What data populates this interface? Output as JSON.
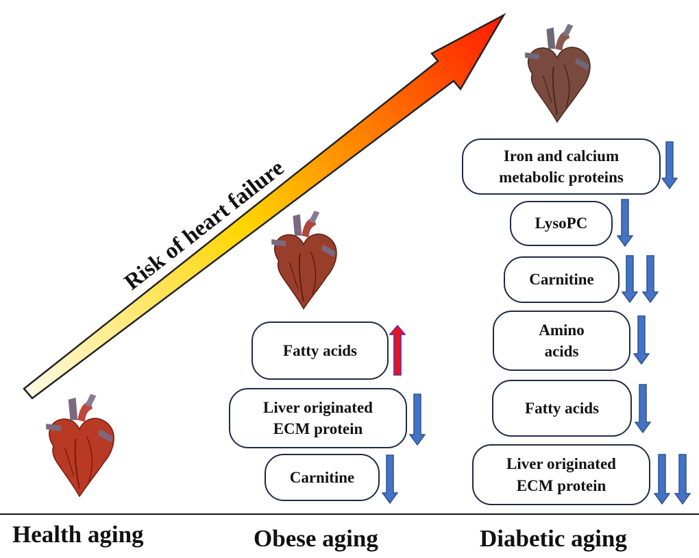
{
  "risk_label": "Risk of heart failure",
  "columns": [
    {
      "label": "Health aging"
    },
    {
      "label": "Obese aging"
    },
    {
      "label": "Diabetic aging"
    }
  ],
  "obese": {
    "items": [
      {
        "text": "Fatty acids",
        "direction": "up",
        "count": 1
      },
      {
        "text": "Liver originated\nECM protein",
        "direction": "down",
        "count": 1
      },
      {
        "text": "Carnitine",
        "direction": "down",
        "count": 1
      }
    ]
  },
  "diabetic": {
    "items": [
      {
        "text": "Iron and calcium\nmetabolic proteins",
        "direction": "down",
        "count": 1
      },
      {
        "text": "LysoPC",
        "direction": "down",
        "count": 1
      },
      {
        "text": "Carnitine",
        "direction": "down",
        "count": 2
      },
      {
        "text": "Amino\nacids",
        "direction": "down",
        "count": 1
      },
      {
        "text": "Fatty acids",
        "direction": "down",
        "count": 1
      },
      {
        "text": "Liver originated\nECM protein",
        "direction": "down",
        "count": 2
      }
    ]
  },
  "colors": {
    "down_arrow": "#4472c4",
    "up_arrow": "#e8141c",
    "up_arrow_outline": "#7030a0",
    "box_border": "#1f2a44",
    "heart_healthy": "#b93a24",
    "heart_obese": "#9a3e2c",
    "heart_diabetic": "#7a4a3e",
    "risk_gradient_start": "#fffbe6",
    "risk_gradient_mid": "#ffd500",
    "risk_gradient_end": "#ff1a00"
  }
}
